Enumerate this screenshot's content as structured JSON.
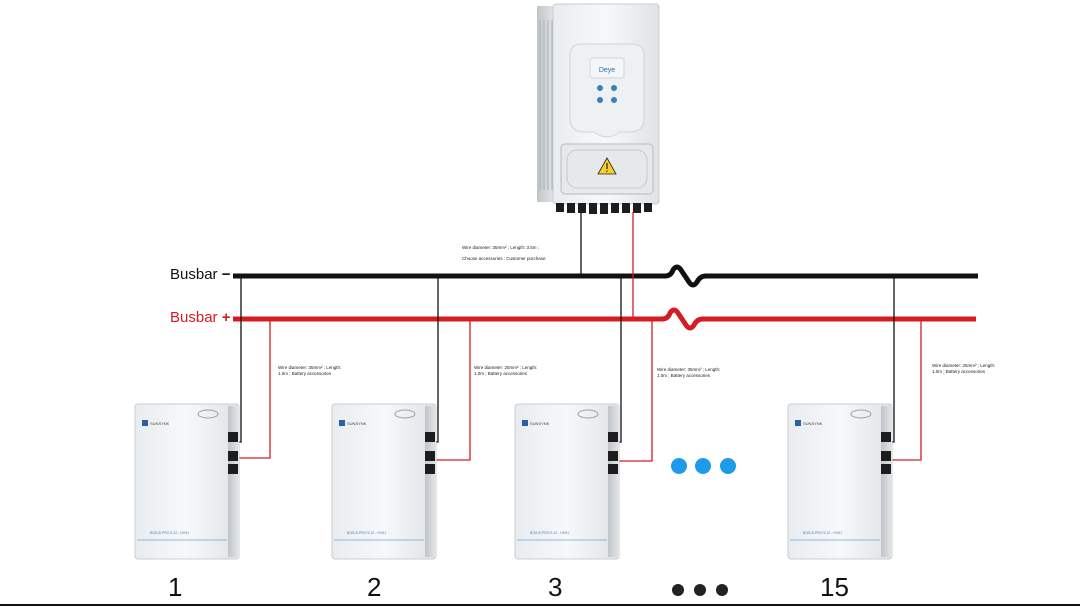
{
  "busbars": {
    "negative_label": "Busbar",
    "negative_symbol": "−",
    "positive_label": "Busbar",
    "positive_symbol": "+",
    "negative_color": "#111111",
    "positive_color": "#d41c24"
  },
  "inverter": {
    "brand": "Deye",
    "note_line1": "Wire diameter: 35mm² ; Length: 3.5m ;",
    "note_line2": "Choose accessories : Customer purchase"
  },
  "battery_notes": [
    "Wire diameter: 35mm² ; Length:\n1.0m ; Battery accessories",
    "Wire diameter: 25mm² ; Length:\n1.0m ; Battery accessories",
    "Wire diameter: 35mm² ; Length:\n1.0m ; Battery accessories",
    "Wire diameter: 25mm² ; Length:\n1.0m ; Battery accessories"
  ],
  "batteries": [
    {
      "number": "1",
      "brand": "SUNSYNK",
      "model": "BOS-B PRO 5.12 - HV51"
    },
    {
      "number": "2",
      "brand": "SUNSYNK",
      "model": "BOS-B PRO 5.12 - HV51"
    },
    {
      "number": "3",
      "brand": "SUNSYNK",
      "model": "BOS-B PRO 5.12 - HV51"
    },
    {
      "number": "15",
      "brand": "SUNSYNK",
      "model": "BOS-B PRO 5.12 - HV51"
    }
  ],
  "ellipsis_color": "#1e9be9",
  "icons": [
    "warning-icon",
    "ellipsis-dots-icon"
  ]
}
